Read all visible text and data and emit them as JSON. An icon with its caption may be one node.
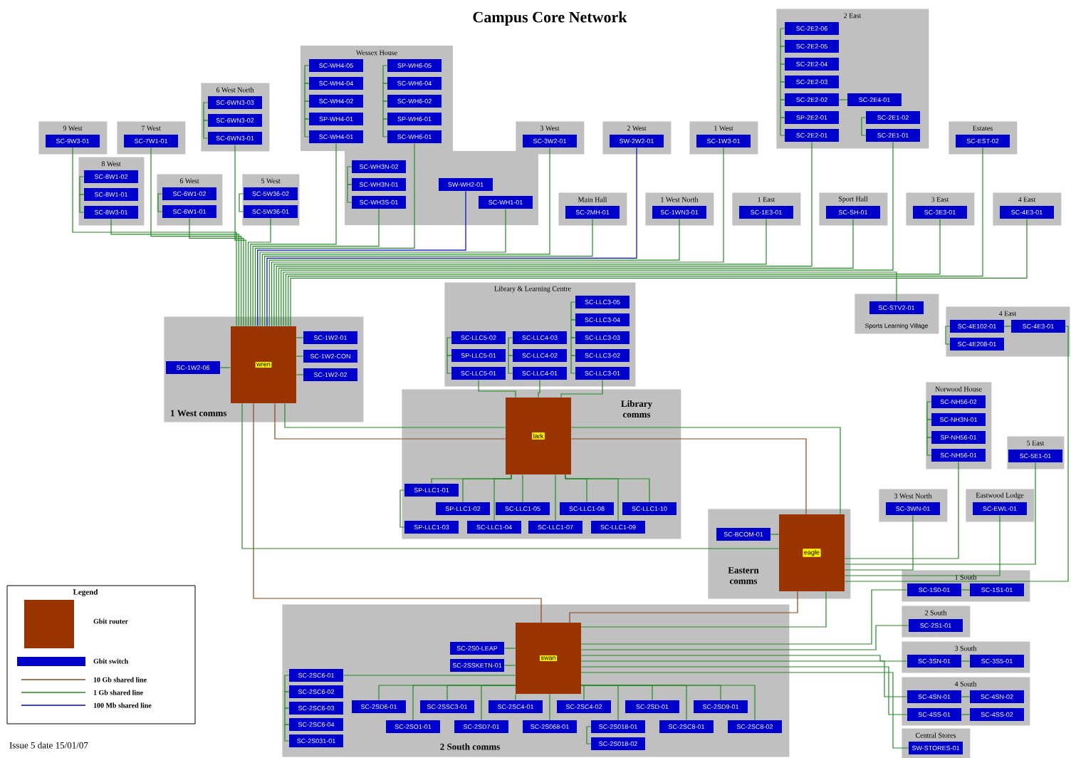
{
  "diagram": {
    "title": "Campus Core Network",
    "nodes": [
      {
        "text": [
          "9 West"
        ]
      },
      {
        "text": [
          "SC-9W3-01"
        ],
        "in": 0
      },
      {
        "text": [
          "8 West"
        ]
      },
      {
        "text": [
          "SC-8W1-02"
        ],
        "in": 2
      },
      {
        "text": [
          "SC-8W1-01"
        ],
        "in": 2
      },
      {
        "text": [
          "SC-8W3-01"
        ],
        "in": 2
      },
      {
        "text": [
          "7 West"
        ]
      },
      {
        "text": [
          "SC-7W1-01"
        ],
        "in": 6
      },
      {
        "text": [
          "6 West North"
        ]
      },
      {
        "text": [
          "SC-6WN3-03"
        ],
        "in": 8
      },
      {
        "text": [
          "SC-6WN3-02"
        ],
        "in": 8
      },
      {
        "text": [
          "SC-6WN3-01"
        ],
        "in": 8
      },
      {
        "text": [
          "6 West"
        ]
      },
      {
        "text": [
          "SC-6W1-02"
        ],
        "in": 12
      },
      {
        "text": [
          "SC-6W1-01"
        ],
        "in": 12
      },
      {
        "text": [
          "5 West"
        ]
      },
      {
        "text": [
          "SC-5W36-02"
        ],
        "in": 15
      },
      {
        "text": [
          "SC-5W36-01"
        ],
        "in": 15
      },
      {
        "text": [
          "Wessex House"
        ]
      },
      {
        "text": [
          "SC-WH4-05"
        ],
        "in": 18
      },
      {
        "text": [
          "SC-WH4-04"
        ],
        "in": 18
      },
      {
        "text": [
          "SC-WH4-02"
        ],
        "in": 18
      },
      {
        "text": [
          "SP-WH4-01"
        ],
        "in": 18
      },
      {
        "text": [
          "SC-WH4-01"
        ],
        "in": 18
      },
      {
        "text": [
          "SP-WH6-05"
        ],
        "in": 18
      },
      {
        "text": [
          "SC-WH6-04"
        ],
        "in": 18
      },
      {
        "text": [
          "SC-WH6-02"
        ],
        "in": 18
      },
      {
        "text": [
          "SP-WH6-01"
        ],
        "in": 18
      },
      {
        "text": [
          "SC-WH6-01"
        ],
        "in": 18
      },
      {
        "text": [
          "SC-WH3N-02"
        ],
        "in": 18
      },
      {
        "text": [
          "SC-WH3N-01"
        ],
        "in": 18
      },
      {
        "text": [
          "SC-WH3S-01"
        ],
        "in": 18
      },
      {
        "text": [
          "SW-WH2-01"
        ],
        "in": 18
      },
      {
        "text": [
          "SC-WH1-01"
        ],
        "in": 18
      },
      {
        "text": [
          "3 West"
        ]
      },
      {
        "text": [
          "SC-3W2-01"
        ],
        "in": 34
      },
      {
        "text": [
          "2 West"
        ]
      },
      {
        "text": [
          "SW-2W2-01"
        ],
        "in": 36
      },
      {
        "text": [
          "Main Hall"
        ]
      },
      {
        "text": [
          "SC-2MH-01"
        ],
        "in": 38
      },
      {
        "text": [
          "1 West"
        ]
      },
      {
        "text": [
          "SC-1W3-01"
        ],
        "in": 40
      },
      {
        "text": [
          "1 West North"
        ]
      },
      {
        "text": [
          "SC-1WN3-01"
        ],
        "in": 42
      },
      {
        "text": [
          "1 East"
        ]
      },
      {
        "text": [
          "SC-1E3-01"
        ],
        "in": 44
      },
      {
        "text": [
          "2 East"
        ]
      },
      {
        "text": [
          "SC-2E2-06"
        ],
        "in": 46
      },
      {
        "text": [
          "SC-2E2-05"
        ],
        "in": 46
      },
      {
        "text": [
          "SC-2E2-04"
        ],
        "in": 46
      },
      {
        "text": [
          "SC-2E2-03"
        ],
        "in": 46
      },
      {
        "text": [
          "SC-2E2-02"
        ],
        "in": 46
      },
      {
        "text": [
          "SC-2E4-01"
        ],
        "in": 46
      },
      {
        "text": [
          "SP-2E2-01"
        ],
        "in": 46
      },
      {
        "text": [
          "SC-2E1-02"
        ],
        "in": 46
      },
      {
        "text": [
          "SC-2E2-01"
        ],
        "in": 46
      },
      {
        "text": [
          "SC-2E1-01"
        ],
        "in": 46
      },
      {
        "text": [
          "Sport Hall"
        ]
      },
      {
        "text": [
          "SC-SH-01"
        ],
        "in": 57
      },
      {
        "text": [
          "3 East"
        ]
      },
      {
        "text": [
          "SC-3E3-01"
        ],
        "in": 59
      },
      {
        "text": [
          "Estates"
        ]
      },
      {
        "text": [
          "SC-EST-02"
        ],
        "in": 61
      },
      {
        "text": [
          "4 East"
        ]
      },
      {
        "text": [
          "SC-4E3-01"
        ],
        "in": 63
      },
      {
        "text": [
          "Sports Learning Village"
        ]
      },
      {
        "text": [
          "SC-STV2-01"
        ],
        "in": 65
      },
      {
        "text": [
          "4 East"
        ]
      },
      {
        "text": [
          "SC-4E102-01"
        ],
        "in": 67
      },
      {
        "text": [
          "SC-4E208-01"
        ],
        "in": 67
      },
      {
        "text": [
          "SC-4E3-01"
        ],
        "in": 67
      },
      {
        "text": [
          "Library & Learning Centre"
        ]
      },
      {
        "text": [
          "SC-LLC5-02"
        ],
        "in": 71
      },
      {
        "text": [
          "SP-LLC5-01"
        ],
        "in": 71
      },
      {
        "text": [
          "SC-LLC5-01"
        ],
        "in": 71
      },
      {
        "text": [
          "SC-LLC4-03"
        ],
        "in": 71
      },
      {
        "text": [
          "SC-LLC4-02"
        ],
        "in": 71
      },
      {
        "text": [
          "SC-LLC4-01"
        ],
        "in": 71
      },
      {
        "text": [
          "SC-LLC3-05"
        ],
        "in": 71
      },
      {
        "text": [
          "SC-LLC3-04"
        ],
        "in": 71
      },
      {
        "text": [
          "SC-LLC3-03"
        ],
        "in": 71
      },
      {
        "text": [
          "SC-LLC3-02"
        ],
        "in": 71
      },
      {
        "text": [
          "SC-LLC3-01"
        ],
        "in": 71
      },
      {
        "text": [
          "1 West comms"
        ]
      },
      {
        "text": [
          "wren"
        ],
        "in": 83
      },
      {
        "text": [
          "SC-1W2-06"
        ],
        "in": 83
      },
      {
        "text": [
          "SC-1W2-01"
        ],
        "in": 83
      },
      {
        "text": [
          "SC-1W2-CON"
        ],
        "in": 83
      },
      {
        "text": [
          "SC-1W2-02"
        ],
        "in": 83
      },
      {
        "text": [
          "Library comms"
        ]
      },
      {
        "text": [
          "lark"
        ],
        "in": 89
      },
      {
        "text": [
          "SP-LLC1-01"
        ],
        "in": 89
      },
      {
        "text": [
          "SP-LLC1-02"
        ],
        "in": 89
      },
      {
        "text": [
          "SC-LLC1-05"
        ],
        "in": 89
      },
      {
        "text": [
          "SC-LLC1-08"
        ],
        "in": 89
      },
      {
        "text": [
          "SC-LLC1-10"
        ],
        "in": 89
      },
      {
        "text": [
          "SP-LLC1-03"
        ],
        "in": 89
      },
      {
        "text": [
          "SC-LLC1-04"
        ],
        "in": 89
      },
      {
        "text": [
          "SC-LLC1-07"
        ],
        "in": 89
      },
      {
        "text": [
          "SC-LLC1-09"
        ],
        "in": 89
      },
      {
        "text": [
          "Eastern comms"
        ]
      },
      {
        "text": [
          "eagle"
        ],
        "in": 100
      },
      {
        "text": [
          "SC-BCOM-01"
        ],
        "in": 100
      },
      {
        "text": [
          "Norwood House"
        ]
      },
      {
        "text": [
          "SC-NH56-02"
        ],
        "in": 103
      },
      {
        "text": [
          "SC-NH3N-01"
        ],
        "in": 103
      },
      {
        "text": [
          "SP-NH56-01"
        ],
        "in": 103
      },
      {
        "text": [
          "SC-NH56-01"
        ],
        "in": 103
      },
      {
        "text": [
          "5 East"
        ]
      },
      {
        "text": [
          "SC-5E1-01"
        ],
        "in": 108
      },
      {
        "text": [
          "3 West North"
        ]
      },
      {
        "text": [
          "SC-3WN-01"
        ],
        "in": 110
      },
      {
        "text": [
          "Eastwood Lodge"
        ]
      },
      {
        "text": [
          "SC-EWL-01"
        ],
        "in": 112
      },
      {
        "text": [
          "1 South"
        ]
      },
      {
        "text": [
          "SC-1S0-01"
        ],
        "in": 114
      },
      {
        "text": [
          "SC-1S1-01"
        ],
        "in": 114
      },
      {
        "text": [
          "2 South"
        ]
      },
      {
        "text": [
          "SC-2S1-01"
        ],
        "in": 117
      },
      {
        "text": [
          "3 South"
        ]
      },
      {
        "text": [
          "SC-3SN-01"
        ],
        "in": 119
      },
      {
        "text": [
          "SC-3S5-01"
        ],
        "in": 119
      },
      {
        "text": [
          "4 South"
        ]
      },
      {
        "text": [
          "SC-4SN-01"
        ],
        "in": 122
      },
      {
        "text": [
          "SC-4SN-02"
        ],
        "in": 122
      },
      {
        "text": [
          "SC-4SS-01"
        ],
        "in": 122
      },
      {
        "text": [
          "SC-4SS-02"
        ],
        "in": 122
      },
      {
        "text": [
          "Central Stores"
        ]
      },
      {
        "text": [
          "SW-STORES-01"
        ],
        "in": 127
      },
      {
        "text": [
          "2 South comms"
        ]
      },
      {
        "text": [
          "swan"
        ],
        "in": 129
      },
      {
        "text": [
          "SC-2S0-LEAP"
        ],
        "in": 129
      },
      {
        "text": [
          "SC-2SSKETN-01"
        ],
        "in": 129
      },
      {
        "text": [
          "SC-2SC6-01"
        ],
        "in": 129
      },
      {
        "text": [
          "SC-2SC6-02"
        ],
        "in": 129
      },
      {
        "text": [
          "SC-2SC6-03"
        ],
        "in": 129
      },
      {
        "text": [
          "SC-2SC6-04"
        ],
        "in": 129
      },
      {
        "text": [
          "SC-2S031-01"
        ],
        "in": 129
      },
      {
        "text": [
          "SC-2SD6-01"
        ],
        "in": 129
      },
      {
        "text": [
          "SC-2SSC3-01"
        ],
        "in": 129
      },
      {
        "text": [
          "SC-2SC4-01"
        ],
        "in": 129
      },
      {
        "text": [
          "SC-2SC4-02"
        ],
        "in": 129
      },
      {
        "text": [
          "SC-2SD-01"
        ],
        "in": 129
      },
      {
        "text": [
          "SC-2SD9-01"
        ],
        "in": 129
      },
      {
        "text": [
          "SC-2SO1-01"
        ],
        "in": 129
      },
      {
        "text": [
          "SC-2SD7-01"
        ],
        "in": 129
      },
      {
        "text": [
          "SC-2S068-01"
        ],
        "in": 129
      },
      {
        "text": [
          "SC-2S018-01"
        ],
        "in": 129
      },
      {
        "text": [
          "SC-2SC8-01"
        ],
        "in": 129
      },
      {
        "text": [
          "SC-2SC8-02"
        ],
        "in": 129
      },
      {
        "text": [
          "SC-2S018-02"
        ],
        "in": 129
      }
    ],
    "edges": [
      {
        "from": 1,
        "to": 84,
        "arrow": "none"
      },
      {
        "from": 3,
        "to": 4,
        "arrow": "none"
      },
      {
        "from": 4,
        "to": 5,
        "arrow": "none"
      },
      {
        "from": 5,
        "to": 84,
        "arrow": "none"
      },
      {
        "from": 7,
        "to": 84,
        "arrow": "none"
      },
      {
        "from": 9,
        "to": 10,
        "arrow": "none"
      },
      {
        "from": 10,
        "to": 11,
        "arrow": "none"
      },
      {
        "from": 11,
        "to": 84,
        "arrow": "none"
      },
      {
        "from": 13,
        "to": 14,
        "arrow": "none"
      },
      {
        "from": 14,
        "to": 84,
        "arrow": "none"
      },
      {
        "from": 16,
        "to": 17,
        "arrow": "none"
      },
      {
        "from": 17,
        "to": 84,
        "arrow": "none"
      },
      {
        "from": 19,
        "to": 20,
        "arrow": "none"
      },
      {
        "from": 20,
        "to": 21,
        "arrow": "none"
      },
      {
        "from": 21,
        "to": 22,
        "arrow": "none"
      },
      {
        "from": 22,
        "to": 23,
        "arrow": "none"
      },
      {
        "from": 23,
        "to": 84,
        "arrow": "none"
      },
      {
        "from": 24,
        "to": 25,
        "arrow": "none"
      },
      {
        "from": 25,
        "to": 26,
        "arrow": "none"
      },
      {
        "from": 26,
        "to": 27,
        "arrow": "none"
      },
      {
        "from": 27,
        "to": 28,
        "arrow": "none"
      },
      {
        "from": 28,
        "to": 84,
        "arrow": "none"
      },
      {
        "from": 29,
        "to": 30,
        "arrow": "none"
      },
      {
        "from": 30,
        "to": 31,
        "arrow": "none"
      },
      {
        "from": 31,
        "to": 84,
        "arrow": "none"
      },
      {
        "from": 32,
        "to": 84,
        "arrow": "none",
        "color": "#0000cc"
      },
      {
        "from": 33,
        "to": 84,
        "arrow": "none"
      },
      {
        "from": 35,
        "to": 84,
        "arrow": "none"
      },
      {
        "from": 37,
        "to": 84,
        "arrow": "none",
        "color": "#0000cc"
      },
      {
        "from": 39,
        "to": 84,
        "arrow": "none"
      },
      {
        "from": 41,
        "to": 84,
        "arrow": "none"
      },
      {
        "from": 43,
        "to": 84,
        "arrow": "none"
      },
      {
        "from": 45,
        "to": 84,
        "arrow": "none"
      },
      {
        "from": 47,
        "to": 48,
        "arrow": "none"
      },
      {
        "from": 48,
        "to": 49,
        "arrow": "none"
      },
      {
        "from": 49,
        "to": 50,
        "arrow": "none"
      },
      {
        "from": 50,
        "to": 51,
        "arrow": "none"
      },
      {
        "from": 52,
        "to": 51,
        "arrow": "none"
      },
      {
        "from": 51,
        "to": 53,
        "arrow": "none"
      },
      {
        "from": 53,
        "to": 55,
        "arrow": "none"
      },
      {
        "from": 55,
        "to": 84,
        "arrow": "none"
      },
      {
        "from": 54,
        "to": 56,
        "arrow": "none"
      },
      {
        "from": 56,
        "to": 84,
        "arrow": "none"
      },
      {
        "from": 58,
        "to": 84,
        "arrow": "none"
      },
      {
        "from": 60,
        "to": 84,
        "arrow": "none"
      },
      {
        "from": 62,
        "to": 84,
        "arrow": "none"
      },
      {
        "from": 64,
        "to": 84,
        "arrow": "none"
      },
      {
        "from": 66,
        "to": 84,
        "arrow": "none"
      },
      {
        "from": 68,
        "to": 69,
        "arrow": "none"
      },
      {
        "from": 68,
        "to": 70,
        "arrow": "none"
      },
      {
        "from": 70,
        "to": 101,
        "arrow": "none"
      },
      {
        "from": 72,
        "to": 73,
        "arrow": "none"
      },
      {
        "from": 73,
        "to": 74,
        "arrow": "none"
      },
      {
        "from": 74,
        "to": 90,
        "arrow": "none"
      },
      {
        "from": 75,
        "to": 76,
        "arrow": "none"
      },
      {
        "from": 76,
        "to": 77,
        "arrow": "none"
      },
      {
        "from": 77,
        "to": 90,
        "arrow": "none"
      },
      {
        "from": 78,
        "to": 79,
        "arrow": "none"
      },
      {
        "from": 79,
        "to": 80,
        "arrow": "none"
      },
      {
        "from": 80,
        "to": 81,
        "arrow": "none"
      },
      {
        "from": 81,
        "to": 82,
        "arrow": "none"
      },
      {
        "from": 82,
        "to": 90,
        "arrow": "none"
      },
      {
        "from": 85,
        "to": 84,
        "arrow": "none"
      },
      {
        "from": 86,
        "to": 84,
        "arrow": "none"
      },
      {
        "from": 87,
        "to": 84,
        "arrow": "none"
      },
      {
        "from": 88,
        "to": 84,
        "arrow": "none"
      },
      {
        "from": 91,
        "to": 90,
        "arrow": "none"
      },
      {
        "from": 92,
        "to": 90,
        "arrow": "none"
      },
      {
        "from": 93,
        "to": 90,
        "arrow": "none"
      },
      {
        "from": 94,
        "to": 90,
        "arrow": "none"
      },
      {
        "from": 95,
        "to": 90,
        "arrow": "none"
      },
      {
        "from": 96,
        "to": 91,
        "arrow": "none"
      },
      {
        "from": 97,
        "to": 90,
        "arrow": "none"
      },
      {
        "from": 98,
        "to": 90,
        "arrow": "none"
      },
      {
        "from": 99,
        "to": 90,
        "arrow": "none"
      },
      {
        "from": 102,
        "to": 101,
        "arrow": "none"
      },
      {
        "from": 104,
        "to": 105,
        "arrow": "none"
      },
      {
        "from": 105,
        "to": 106,
        "arrow": "none"
      },
      {
        "from": 106,
        "to": 107,
        "arrow": "none"
      },
      {
        "from": 107,
        "to": 101,
        "arrow": "none"
      },
      {
        "from": 109,
        "to": 101,
        "arrow": "none"
      },
      {
        "from": 111,
        "to": 101,
        "arrow": "none"
      },
      {
        "from": 113,
        "to": 101,
        "arrow": "none"
      },
      {
        "from": 115,
        "to": 116,
        "arrow": "none"
      },
      {
        "from": 115,
        "to": 130,
        "arrow": "none"
      },
      {
        "from": 118,
        "to": 130,
        "arrow": "none"
      },
      {
        "from": 120,
        "to": 121,
        "arrow": "none"
      },
      {
        "from": 120,
        "to": 130,
        "arrow": "none"
      },
      {
        "from": 123,
        "to": 124,
        "arrow": "none"
      },
      {
        "from": 125,
        "to": 126,
        "arrow": "none"
      },
      {
        "from": 123,
        "to": 130,
        "arrow": "none"
      },
      {
        "from": 125,
        "to": 130,
        "arrow": "none"
      },
      {
        "from": 128,
        "to": 130,
        "arrow": "none"
      },
      {
        "from": 131,
        "to": 130,
        "arrow": "none"
      },
      {
        "from": 132,
        "to": 130,
        "arrow": "none"
      },
      {
        "from": 133,
        "to": 134,
        "arrow": "none"
      },
      {
        "from": 134,
        "to": 135,
        "arrow": "none"
      },
      {
        "from": 135,
        "to": 136,
        "arrow": "none"
      },
      {
        "from": 136,
        "to": 137,
        "arrow": "none"
      },
      {
        "from": 133,
        "to": 130,
        "arrow": "none"
      },
      {
        "from": 138,
        "to": 130,
        "arrow": "none"
      },
      {
        "from": 139,
        "to": 130,
        "arrow": "none"
      },
      {
        "from": 140,
        "to": 130,
        "arrow": "none"
      },
      {
        "from": 141,
        "to": 130,
        "arrow": "none"
      },
      {
        "from": 142,
        "to": 130,
        "arrow": "none"
      },
      {
        "from": 143,
        "to": 130,
        "arrow": "none"
      },
      {
        "from": 144,
        "to": 130,
        "arrow": "none"
      },
      {
        "from": 145,
        "to": 130,
        "arrow": "none"
      },
      {
        "from": 146,
        "to": 130,
        "arrow": "none"
      },
      {
        "from": 147,
        "to": 130,
        "arrow": "none"
      },
      {
        "from": 148,
        "to": 130,
        "arrow": "none"
      },
      {
        "from": 149,
        "to": 130,
        "arrow": "none"
      },
      {
        "from": 150,
        "to": 147,
        "arrow": "none"
      },
      {
        "from": 84,
        "to": 90,
        "arrow": "none"
      },
      {
        "from": 84,
        "to": 90,
        "arrow": "none",
        "color": "#8b4513"
      },
      {
        "from": 90,
        "to": 101,
        "arrow": "none"
      },
      {
        "from": 90,
        "to": 101,
        "arrow": "none",
        "color": "#8b4513"
      },
      {
        "from": 84,
        "to": 101,
        "arrow": "none"
      },
      {
        "from": 84,
        "to": 130,
        "arrow": "none",
        "color": "#8b4513"
      },
      {
        "from": 101,
        "to": 130,
        "arrow": "none",
        "color": "#8b4513"
      },
      {
        "from": 101,
        "to": 130,
        "arrow": "none"
      }
    ],
    "labels": [
      "Legend",
      "Issue 5 date 15/01/07"
    ],
    "legend": [
      {
        "text": "Gbit router",
        "color": "#993300"
      },
      {
        "text": "Gbit switch",
        "color": "#0000cc"
      },
      {
        "text": "10 Gb shared line"
      },
      {
        "text": "1 Gb shared line"
      },
      {
        "text": "100 Mb shared line"
      }
    ]
  }
}
